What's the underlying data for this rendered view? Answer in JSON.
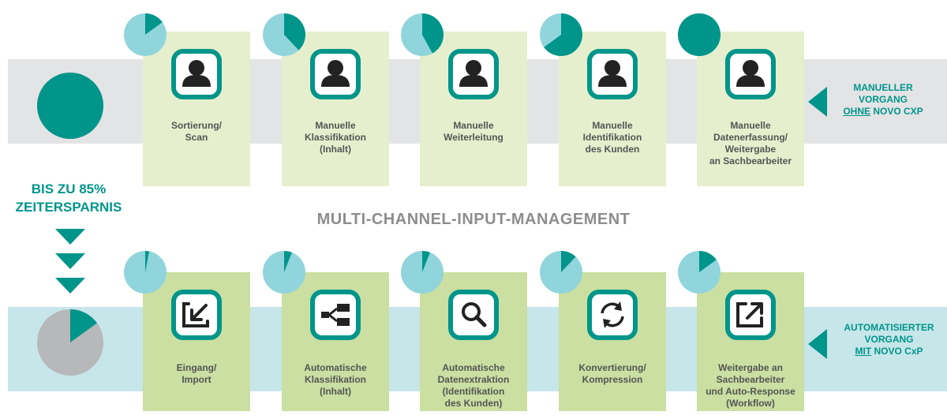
{
  "colors": {
    "accent": "#00958a",
    "pie_light": "#91d5dc",
    "pie_gray": "#b7b8ba",
    "card_top": "#e6efcd",
    "card_bottom": "#cadfa1",
    "band_top": "#e3e4e5",
    "band_bottom": "#c6e6ea",
    "text": "#555555"
  },
  "title": "MULTI-CHANNEL-INPUT-MANAGEMENT",
  "savings": {
    "line1": "BIS ZU 85%",
    "line2": "ZEITERSPARNIS"
  },
  "manual": {
    "side_label": {
      "line1": "MANUELLER",
      "line2": "VORGANG",
      "line3_underlined": "OHNE",
      "line3_rest": " NOVO CXP"
    },
    "total_share": 1.0,
    "steps": [
      {
        "icon": "person-icon",
        "lines": [
          "Sortierung/",
          "Scan"
        ],
        "share": 0.15
      },
      {
        "icon": "person-icon",
        "lines": [
          "Manuelle",
          "Klassifikation",
          "(Inhalt)"
        ],
        "share": 0.38
      },
      {
        "icon": "person-icon",
        "lines": [
          "Manuelle",
          "Weiterleitung"
        ],
        "share": 0.42
      },
      {
        "icon": "person-icon",
        "lines": [
          "Manuelle",
          "Identifikation",
          "des Kunden"
        ],
        "share": 0.65
      },
      {
        "icon": "person-icon",
        "lines": [
          "Manuelle",
          "Datenerfassung/",
          "Weitergabe",
          "an Sachbearbeiter"
        ],
        "share": 1.0
      }
    ]
  },
  "automated": {
    "side_label": {
      "line1": "AUTOMATISIERTER",
      "line2": "VORGANG",
      "line3_underlined": "MIT",
      "line3_rest": " NOVO CxP"
    },
    "total_share": 0.15,
    "steps": [
      {
        "icon": "import-icon",
        "lines": [
          "Eingang/",
          "Import"
        ],
        "share": 0.03
      },
      {
        "icon": "classification-icon",
        "lines": [
          "Automatische",
          "Klassifikation",
          "(Inhalt)"
        ],
        "share": 0.06
      },
      {
        "icon": "search-icon",
        "lines": [
          "Automatische",
          "Datenextraktion",
          "(Identifikation",
          "des Kunden)"
        ],
        "share": 0.06
      },
      {
        "icon": "refresh-icon",
        "lines": [
          "Konvertierung/",
          "Kompression"
        ],
        "share": 0.12
      },
      {
        "icon": "export-icon",
        "lines": [
          "Weitergabe an",
          "Sachbearbeiter",
          "und Auto-Response",
          "(Workflow)"
        ],
        "share": 0.15
      }
    ]
  }
}
